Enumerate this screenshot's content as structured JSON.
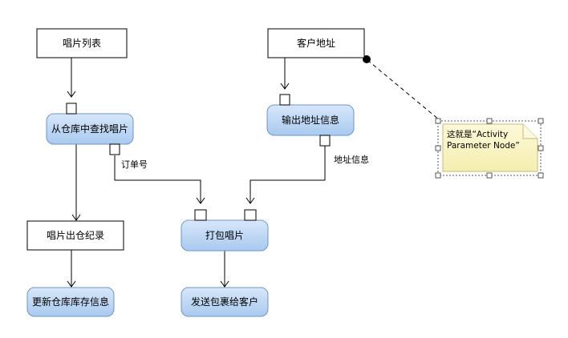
{
  "nodes": {
    "record_list": "唱片列表",
    "customer_address": "客户地址",
    "find_records": "从仓库中查找唱片",
    "output_address": "输出地址信息",
    "checkout_record": "唱片出仓纪录",
    "pack_records": "打包唱片",
    "update_inventory": "更新仓库库存信息",
    "ship_to_customer": "发送包裹给客户"
  },
  "edges": {
    "order_number": "订单号",
    "address_info": "地址信息"
  },
  "note": {
    "line1": "这就是“Activity",
    "line2": "Parameter Node”"
  },
  "colors": {
    "action_fill_top": "#d7e7fa",
    "action_fill_bottom": "#a9c9ef",
    "action_stroke": "#6e95c7",
    "note_fill": "#fbf6c8",
    "note_stroke": "#c9b97a"
  }
}
